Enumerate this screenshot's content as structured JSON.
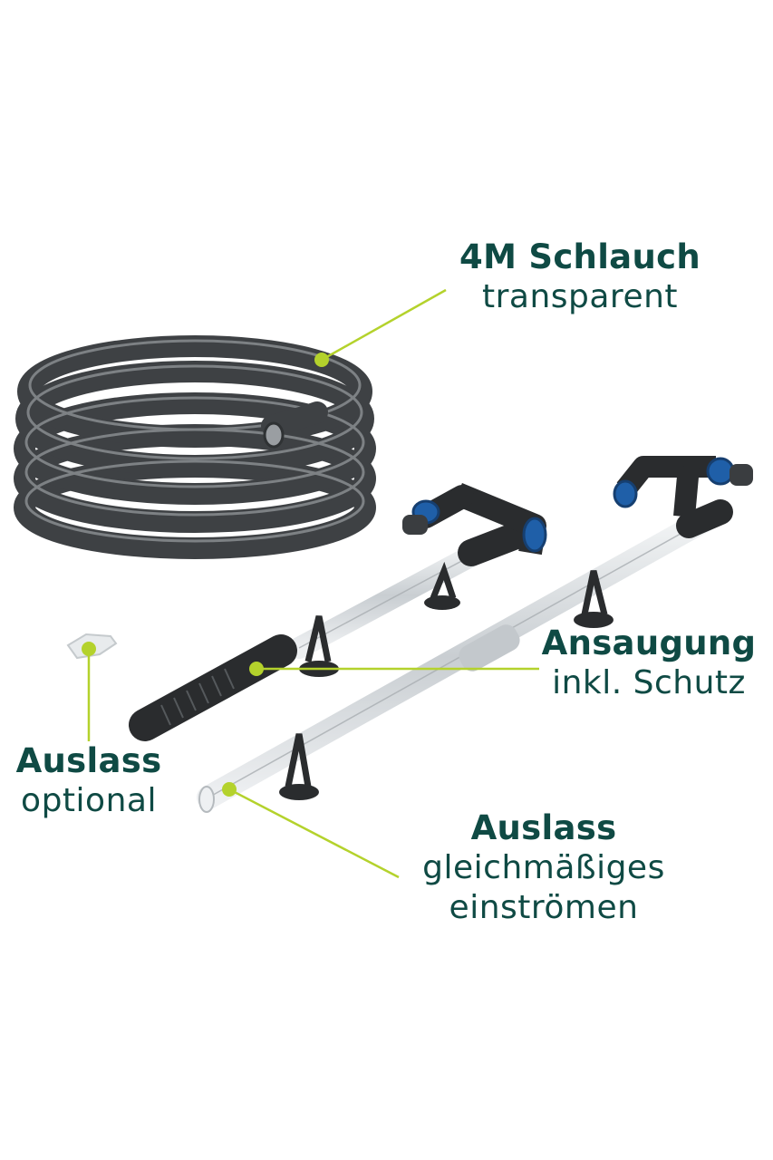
{
  "labels": {
    "hose": {
      "title": "4M Schlauch",
      "subtitle": "transparent"
    },
    "intake": {
      "title": "Ansaugung",
      "subtitle": "inkl. Schutz"
    },
    "outlet_optional": {
      "title": "Auslass",
      "subtitle": "optional"
    },
    "outlet_even": {
      "title": "Auslass",
      "subtitle_line1": "gleichmäßiges",
      "subtitle_line2": "einströmen"
    }
  },
  "colors": {
    "text": "#0f4a44",
    "callout": "#b4d22c",
    "hose": "#4b4e51",
    "tube": "#d8dcdf",
    "plastic": "#2a2c2e",
    "connector_blue": "#1f5fa8"
  },
  "icons": [
    "coiled-hose-image",
    "intake-pipe-image",
    "outlet-pipe-image",
    "outlet-nozzle-image"
  ]
}
